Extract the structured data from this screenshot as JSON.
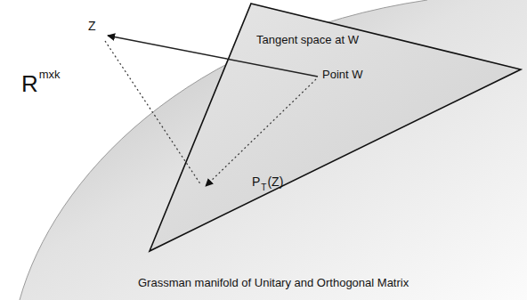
{
  "diagram": {
    "nodes": [
      {
        "text": [
          "Tangent space at W"
        ]
      }
    ],
    "labels": [
      "R",
      "mxk",
      "Z",
      "Point W",
      "P",
      "T",
      "(Z)",
      "Grassman manifold of Unitary and Orthogonal Matrix"
    ]
  }
}
